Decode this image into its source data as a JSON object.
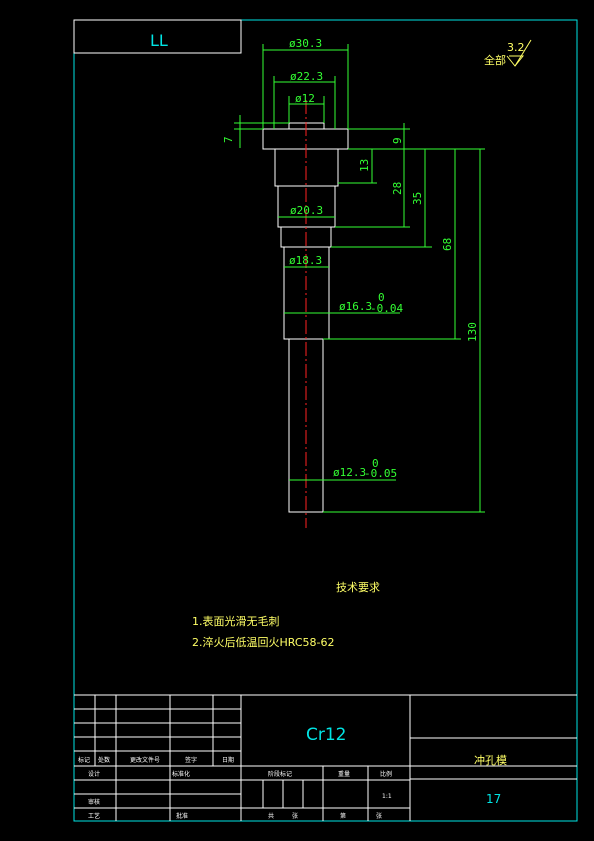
{
  "drawing": {
    "code_box": "LL",
    "roughness": {
      "label": "全部",
      "value": "3.2"
    },
    "dims": {
      "d1": "ø30.3",
      "d2": "ø22.3",
      "d3": "ø12",
      "d4": "ø20.3",
      "d5": "ø18.3",
      "d6": "ø16.3",
      "d6_upper": "0",
      "d6_lower": "-0.04",
      "d7": "ø12.3",
      "d7_upper": "0",
      "d7_lower": "-0.05",
      "h7": "7",
      "h9": "9",
      "h13": "13",
      "h28": "28",
      "h35": "35",
      "h68": "68",
      "h130": "130"
    }
  },
  "notes": {
    "title": "技术要求",
    "line1": "1.表面光滑无毛刺",
    "line2": "2.淬火后低温回火HRC58-62"
  },
  "title_block": {
    "material": "Cr12",
    "part_name": "冲孔模",
    "drawing_no": "17",
    "scale": "1:1",
    "headers": {
      "mark": "标记",
      "count": "处数",
      "change_doc": "更改文件号",
      "signature": "签字",
      "date": "日期",
      "designer": "设计",
      "standardization": "标准化",
      "stage_mark": "阶段标记",
      "weight": "重量",
      "ratio": "比例",
      "checker": "审核",
      "process": "工艺",
      "approve": "批准",
      "total": "共",
      "sheet_unit": "张",
      "page": "第",
      "page_unit": "张"
    }
  }
}
